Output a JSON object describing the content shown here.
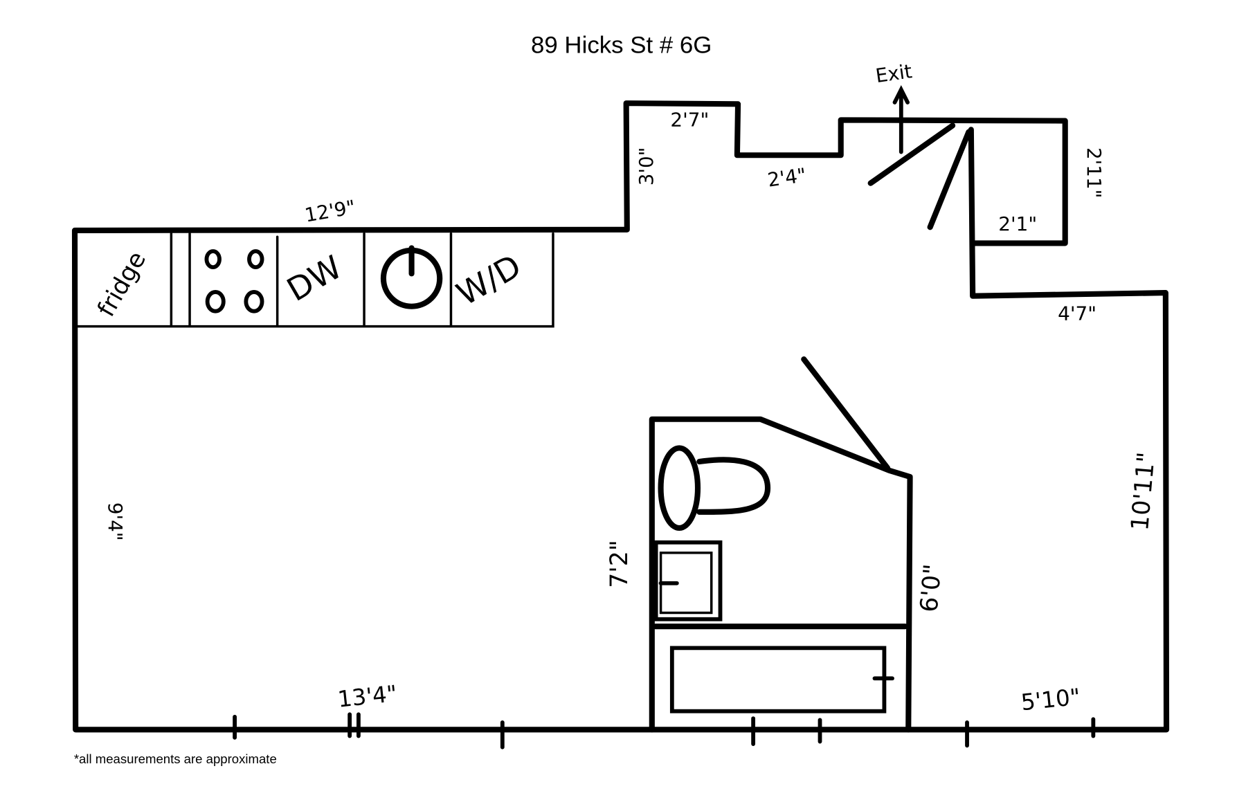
{
  "title": "89 Hicks St # 6G",
  "footnote": "*all measurements are approximate",
  "exit_label": "Exit",
  "appliances": {
    "fridge": "fridge",
    "dishwasher": "DW",
    "washer_dryer": "W/D"
  },
  "measurements": {
    "top_kitchen": "12'9\"",
    "notch_height": "3'0\"",
    "notch_top": "2'7\"",
    "notch_step": "2'4\"",
    "closet_side": "2'11\"",
    "closet_bottom": "2'1\"",
    "right_step": "4'7\"",
    "right_wall": "10'11\"",
    "left_wall": "9'4\"",
    "bottom_left": "13'4\"",
    "bottom_right": "5'10\"",
    "bath_left": "7'2\"",
    "bath_right": "6'0\""
  }
}
